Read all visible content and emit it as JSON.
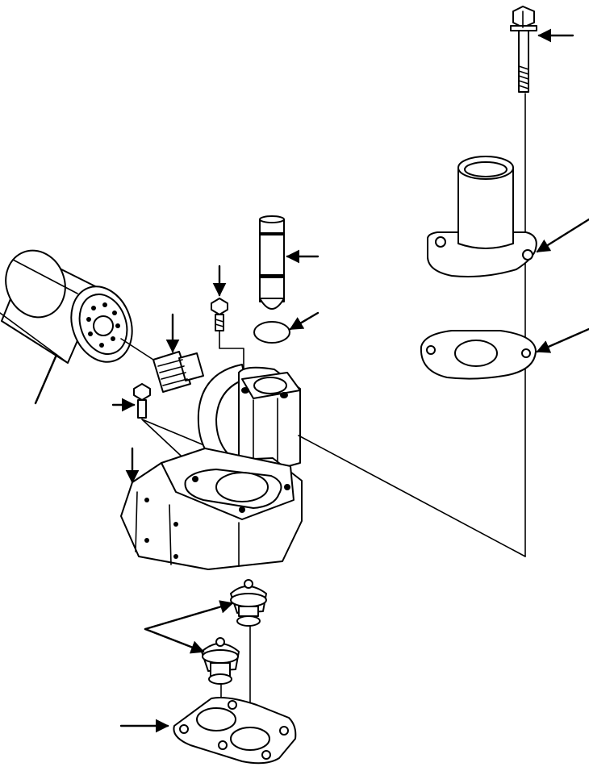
{
  "figure": {
    "parts": [
      {
        "name": "bolt"
      },
      {
        "name": "water-outlet-elbow"
      },
      {
        "name": "elbow-gasket"
      },
      {
        "name": "oil-filter-cartridge"
      },
      {
        "name": "sensor-plug"
      },
      {
        "name": "o-ring"
      },
      {
        "name": "small-bolt"
      },
      {
        "name": "fitting"
      },
      {
        "name": "mounting-bolt"
      },
      {
        "name": "thermostat-housing"
      },
      {
        "name": "thermostat"
      },
      {
        "name": "housing-gasket"
      }
    ]
  }
}
